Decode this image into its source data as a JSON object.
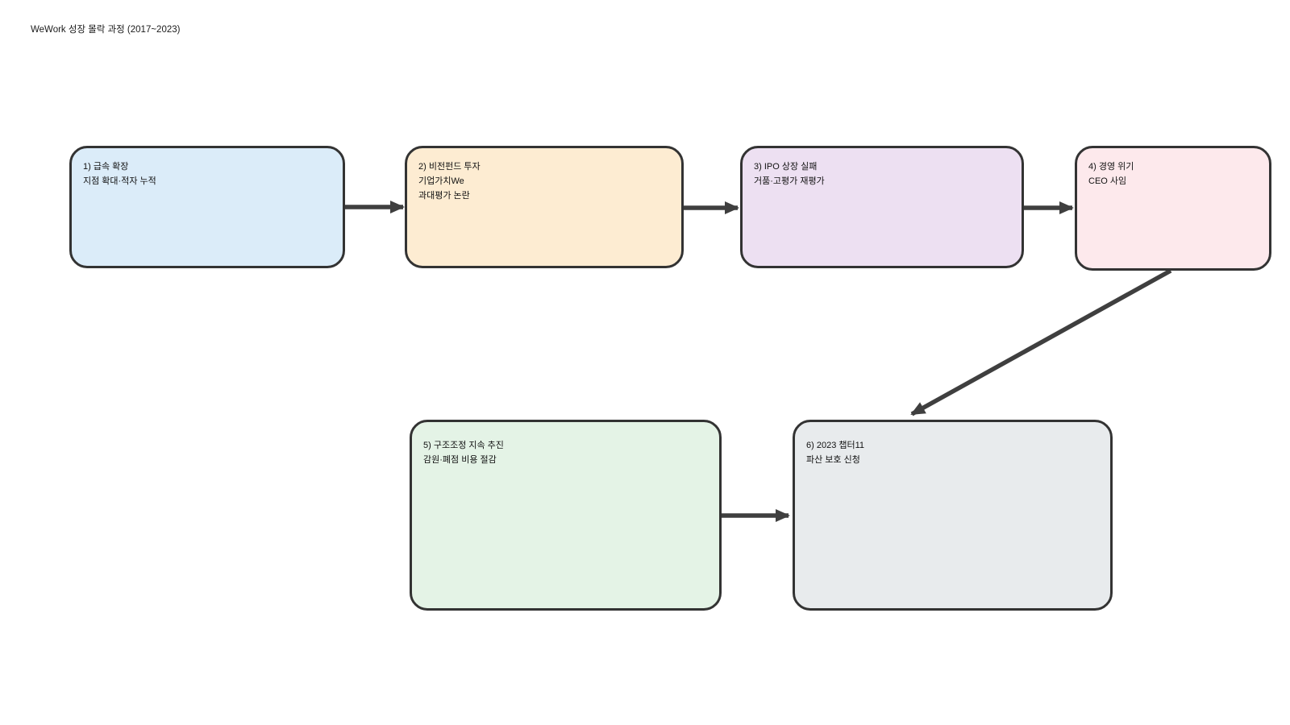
{
  "title": "WeWork 성장 몰락 과정 (2017~2023)",
  "colors": {
    "background": "#ffffff",
    "node_border": "#333333",
    "arrow": "#3f3f3f",
    "text": "#111111"
  },
  "nodes": {
    "n1": {
      "fill": "#dbecf9",
      "line1": "1) 급속 확장",
      "line2": "지점 확대·적자 누적"
    },
    "n2": {
      "fill": "#fdecd2",
      "line1": "2) 비전펀드 투자",
      "line2": "기업가치We",
      "line3": "과대평가 논란"
    },
    "n3": {
      "fill": "#ede0f2",
      "line1": "3) IPO 상장 실패",
      "line2": "거품·고평가 재평가"
    },
    "n4": {
      "fill": "#fde9ec",
      "line1": "4) 경영 위기",
      "line2": "CEO 사임"
    },
    "n5": {
      "fill": "#e4f3e6",
      "line1": "5) 구조조정 지속 추진",
      "line2": "감원·폐점 비용 절감"
    },
    "n6": {
      "fill": "#e8ebed",
      "line1": "6) 2023 챕터11",
      "line2": "파산 보호 신청"
    }
  },
  "edges": [
    {
      "from": "n1",
      "to": "n2"
    },
    {
      "from": "n2",
      "to": "n3"
    },
    {
      "from": "n3",
      "to": "n4"
    },
    {
      "from": "n4",
      "to": "n6"
    },
    {
      "from": "n5",
      "to": "n6"
    }
  ]
}
